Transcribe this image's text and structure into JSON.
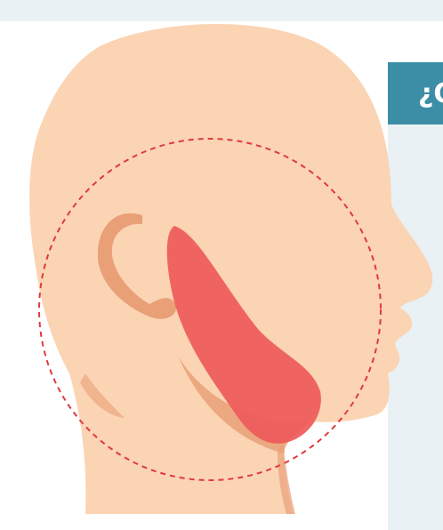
{
  "banner": {
    "text": "¿Q"
  },
  "colors": {
    "skin": "#fbd4b4",
    "skin_shadow": "#e9a077",
    "muscle": "#ee5a5a",
    "dashed_circle": "#e0393e",
    "banner": "#3b8ea5",
    "panel": "#e9f1f5"
  },
  "icons": [
    "head-profile-illustration",
    "ear-icon",
    "jaw-muscle-highlight",
    "dashed-circle-highlight"
  ]
}
